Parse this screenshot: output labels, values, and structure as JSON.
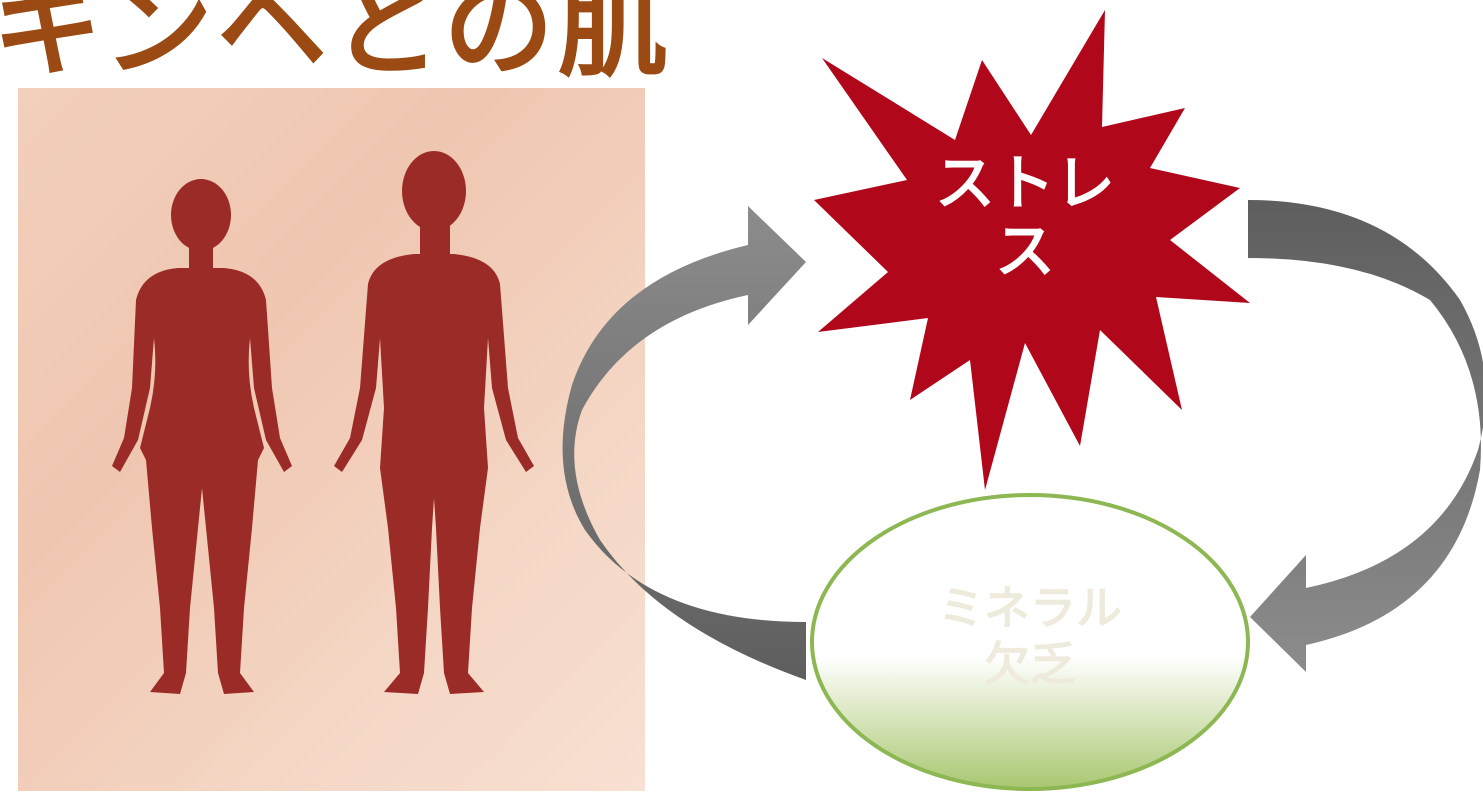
{
  "title": {
    "fragment": "キンヘとの肌"
  },
  "diagram": {
    "stress_label": "ストレ\nス",
    "mineral_label": "ミネラル\n欠乏"
  },
  "colors": {
    "title": "#9a4a12",
    "silhouette": "#9b2b26",
    "star": "#b1071b",
    "oval_border": "#8db752",
    "oval_fill_bottom": "#a8c770",
    "arrow_light": "#8c8c8c",
    "arrow_dark": "#5e5e5e",
    "panel_bg": "#f2d0bc"
  },
  "icons": [
    "female-silhouette-icon",
    "male-silhouette-icon",
    "starburst-icon",
    "cycle-arrow-icon"
  ]
}
